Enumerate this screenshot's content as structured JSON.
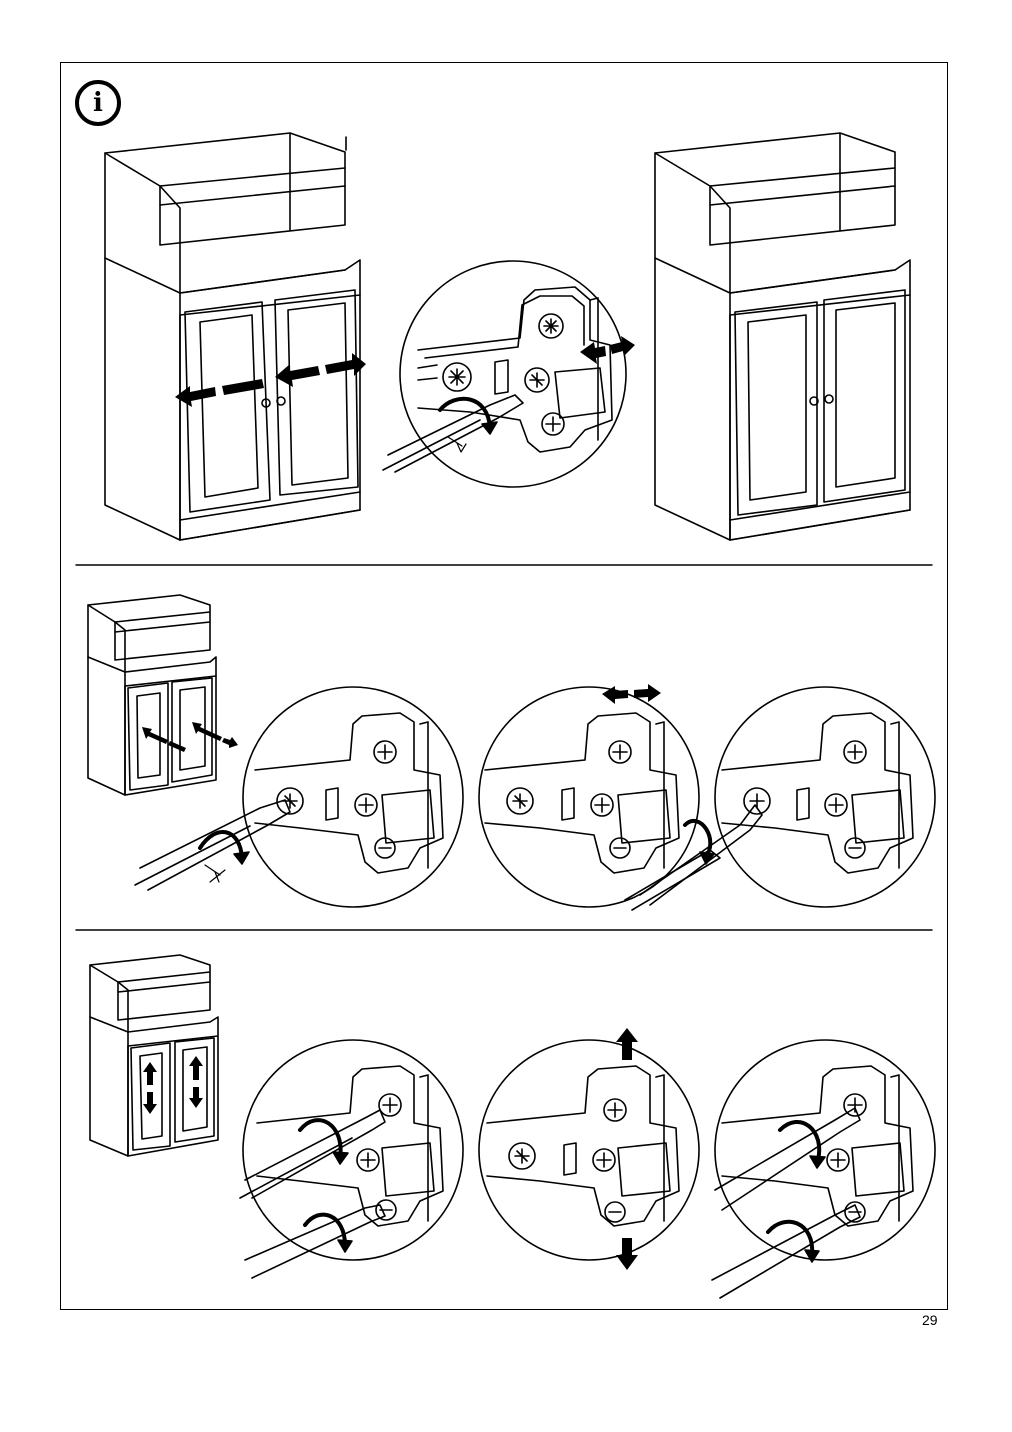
{
  "page": {
    "number": "29"
  },
  "info_panel": {
    "icon": "info-icon",
    "glyph": "i"
  },
  "steps": [
    {
      "id": "align-doors",
      "icon": "horizontal-arrows-icon"
    },
    {
      "id": "adjust-depth",
      "icon": "diagonal-arrows-icon"
    },
    {
      "id": "adjust-height",
      "icon": "vertical-arrows-icon"
    }
  ],
  "colors": {
    "line": "#000000",
    "background": "#ffffff"
  }
}
